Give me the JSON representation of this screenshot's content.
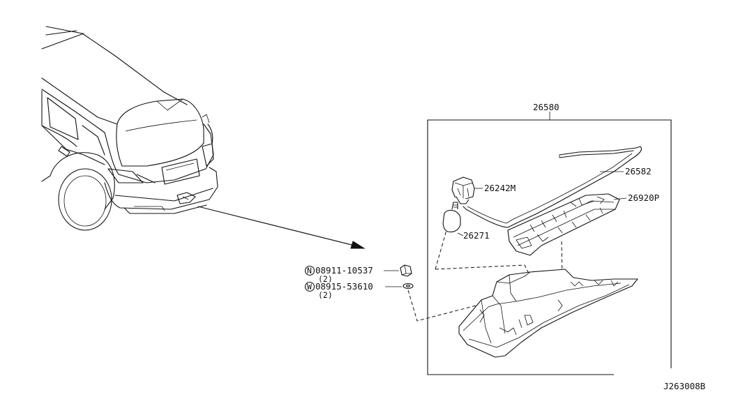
{
  "diagram": {
    "assembly_code": "26580",
    "drawing_id": "J263008B"
  },
  "callouts": [
    {
      "id": "strip",
      "part_no": "26582"
    },
    {
      "id": "socket",
      "part_no": "26242M"
    },
    {
      "id": "bracket",
      "part_no": "26920P"
    },
    {
      "id": "bulb",
      "part_no": "26271"
    }
  ],
  "fasteners": [
    {
      "symbol": "N",
      "part_no": "08911-10537",
      "qty": "(2)"
    },
    {
      "symbol": "W",
      "part_no": "08915-53610",
      "qty": "(2)"
    }
  ]
}
